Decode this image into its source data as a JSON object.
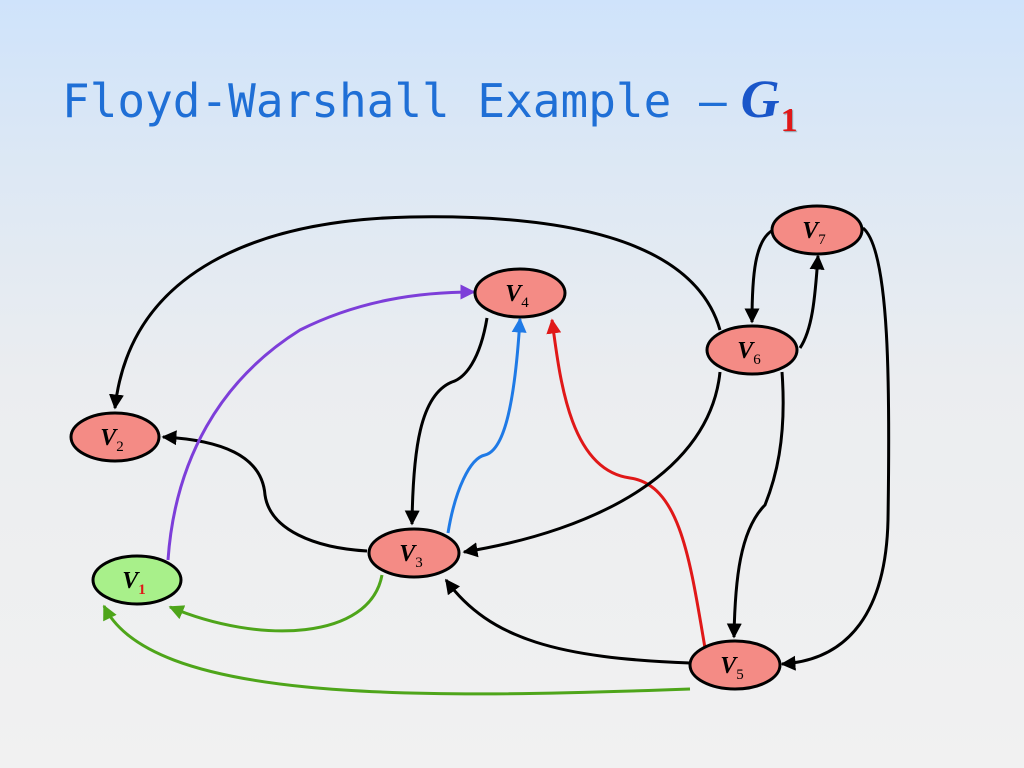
{
  "title": {
    "text": "Floyd-Warshall Example –",
    "graph_symbol": "G",
    "graph_index": "1"
  },
  "colors": {
    "title": "#1f6fd6",
    "node_fill": "#f48b85",
    "source_node_fill": "#a8f08a",
    "edge_default": "#000000",
    "edge_green": "#4ea51a",
    "edge_purple": "#7d3ed9",
    "edge_blue": "#1f7ae6",
    "edge_red": "#e01818"
  },
  "nodes": [
    {
      "id": "v1",
      "label": "V",
      "sub": "1",
      "fill": "#a8f08a",
      "sub_highlight": true
    },
    {
      "id": "v2",
      "label": "V",
      "sub": "2",
      "fill": "#f48b85"
    },
    {
      "id": "v3",
      "label": "V",
      "sub": "3",
      "fill": "#f48b85"
    },
    {
      "id": "v4",
      "label": "V",
      "sub": "4",
      "fill": "#f48b85"
    },
    {
      "id": "v5",
      "label": "V",
      "sub": "5",
      "fill": "#f48b85"
    },
    {
      "id": "v6",
      "label": "V",
      "sub": "6",
      "fill": "#f48b85"
    },
    {
      "id": "v7",
      "label": "V",
      "sub": "7",
      "fill": "#f48b85"
    }
  ],
  "edges": [
    {
      "id": "e-v6-v2",
      "from": "v6",
      "to": "v2",
      "color": "#000000"
    },
    {
      "id": "e-v3-v2",
      "from": "v3",
      "to": "v2",
      "color": "#000000"
    },
    {
      "id": "e-v4-v3",
      "from": "v4",
      "to": "v3",
      "color": "#000000"
    },
    {
      "id": "e-v3-v4",
      "from": "v3",
      "to": "v4",
      "color": "#1f7ae6"
    },
    {
      "id": "e-v1-v4",
      "from": "v1",
      "to": "v4",
      "color": "#7d3ed9"
    },
    {
      "id": "e-v5-v4",
      "from": "v5",
      "to": "v4",
      "color": "#e01818"
    },
    {
      "id": "e-v6-v3",
      "from": "v6",
      "to": "v3",
      "color": "#000000"
    },
    {
      "id": "e-v5-v3",
      "from": "v5",
      "to": "v3",
      "color": "#000000"
    },
    {
      "id": "e-v3-v1",
      "from": "v3",
      "to": "v1",
      "color": "#4ea51a"
    },
    {
      "id": "e-v5-v1",
      "from": "v5",
      "to": "v1",
      "color": "#4ea51a"
    },
    {
      "id": "e-v6-v5",
      "from": "v6",
      "to": "v5",
      "color": "#000000"
    },
    {
      "id": "e-v7-v5",
      "from": "v7",
      "to": "v5",
      "color": "#000000"
    },
    {
      "id": "e-v6-v7",
      "from": "v6",
      "to": "v7",
      "color": "#000000"
    },
    {
      "id": "e-v7-v6",
      "from": "v7",
      "to": "v6",
      "color": "#000000"
    }
  ]
}
